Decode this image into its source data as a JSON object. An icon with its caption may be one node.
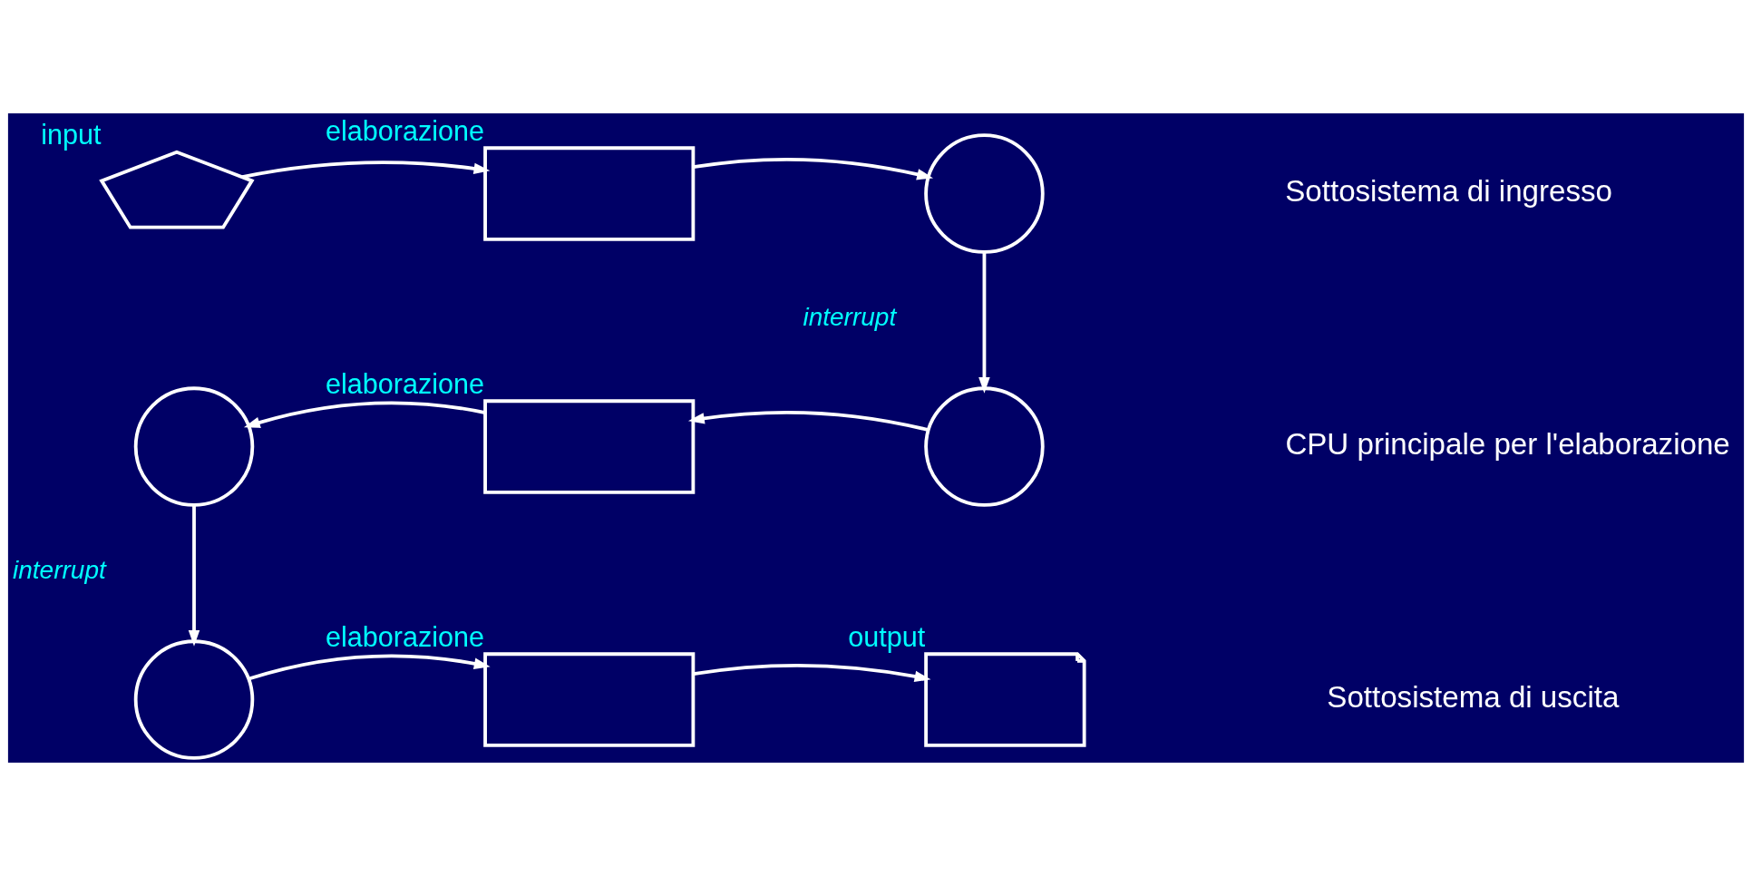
{
  "diagram": {
    "nodes": [
      {
        "text": [],
        "shape": "card",
        "beside": [
          "input"
        ]
      },
      {
        "text": [],
        "shape": "box",
        "beside": [
          "elaborazione"
        ]
      },
      {
        "text": [],
        "shape": "circle"
      },
      {
        "text": [],
        "shape": "circle"
      },
      {
        "text": [],
        "shape": "box",
        "beside": [
          "elaborazione"
        ]
      },
      {
        "text": [],
        "shape": "circle"
      },
      {
        "text": [],
        "shape": "circle"
      },
      {
        "text": [],
        "shape": "box",
        "beside": [
          "elaborazione"
        ]
      },
      {
        "text": [],
        "shape": "document",
        "beside": [
          "output"
        ]
      }
    ],
    "edges": [
      {
        "from": 0,
        "to": 1,
        "arrow": "to"
      },
      {
        "from": 1,
        "to": 2,
        "arrow": "to"
      },
      {
        "from": 2,
        "to": 3,
        "arrow": "to",
        "label": "interrupt"
      },
      {
        "from": 3,
        "to": 4,
        "arrow": "to"
      },
      {
        "from": 4,
        "to": 5,
        "arrow": "to"
      },
      {
        "from": 5,
        "to": 6,
        "arrow": "to",
        "label": "interrupt"
      },
      {
        "from": 6,
        "to": 7,
        "arrow": "to"
      },
      {
        "from": 7,
        "to": 8,
        "arrow": "to"
      }
    ],
    "labels": [
      "Sottosistema di ingresso",
      "CPU principale per l'elaborazione",
      "Sottosistema di uscita"
    ]
  }
}
